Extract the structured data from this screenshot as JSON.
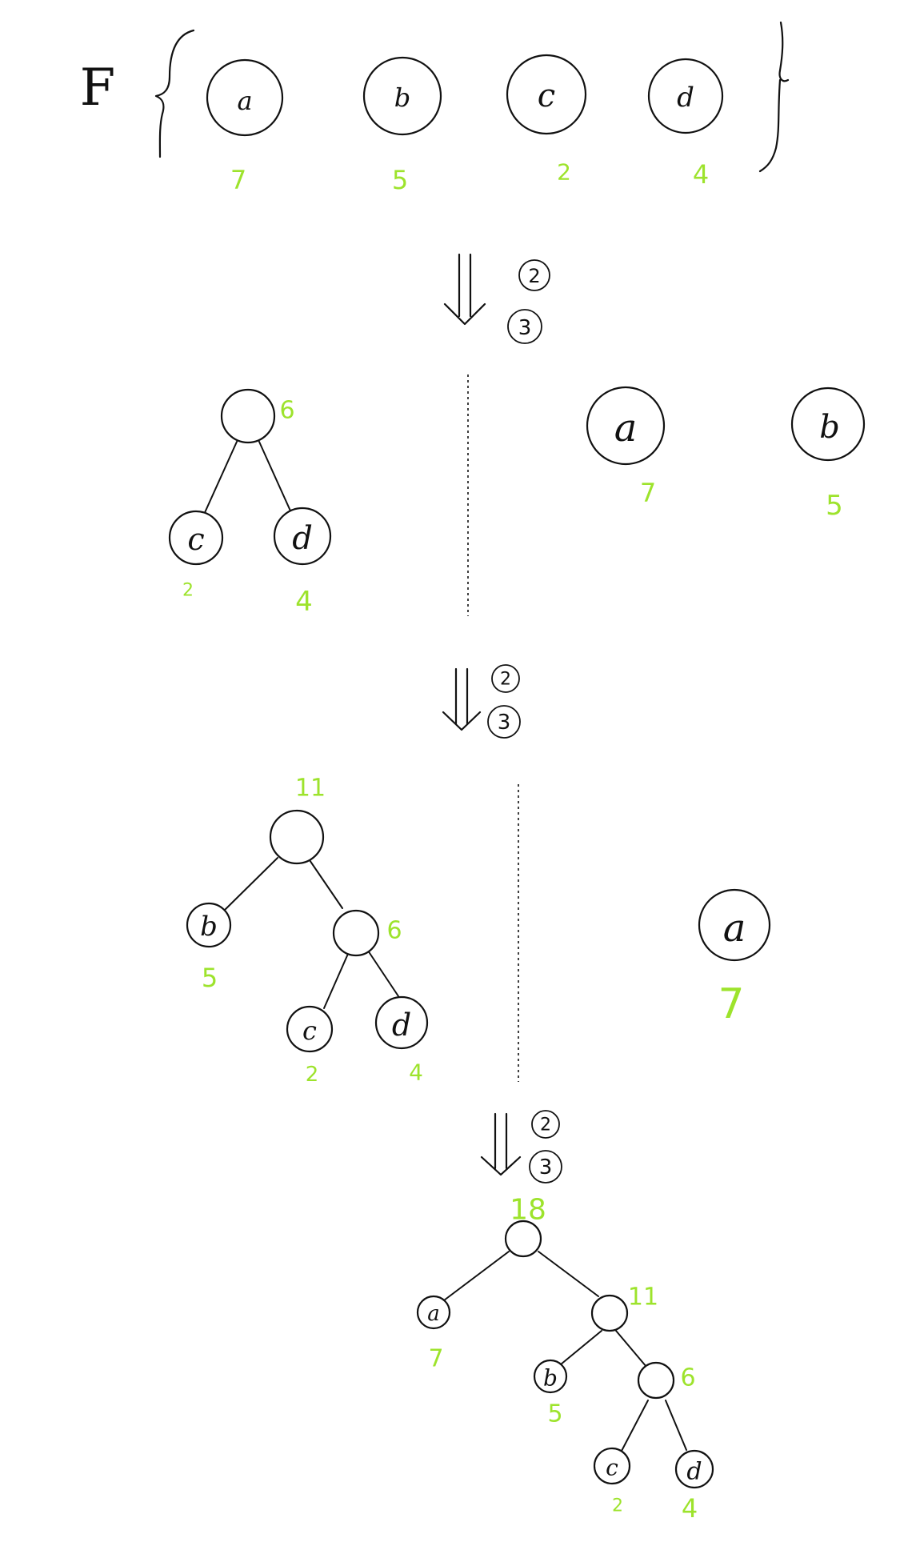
{
  "forest": {
    "name": "F",
    "nodes": [
      {
        "label": "a",
        "weight": "7"
      },
      {
        "label": "b",
        "weight": "5"
      },
      {
        "label": "c",
        "weight": "2"
      },
      {
        "label": "d",
        "weight": "4"
      }
    ]
  },
  "steps": [
    {
      "marks": [
        "2",
        "3"
      ]
    },
    {
      "marks": [
        "2",
        "3"
      ]
    },
    {
      "marks": [
        "2",
        "3"
      ]
    }
  ],
  "stage1": {
    "tree": {
      "root": {
        "weight": "6"
      },
      "leaves": [
        {
          "label": "c",
          "weight": "2"
        },
        {
          "label": "d",
          "weight": "4"
        }
      ]
    },
    "remaining": [
      {
        "label": "a",
        "weight": "7"
      },
      {
        "label": "b",
        "weight": "5"
      }
    ]
  },
  "stage2": {
    "tree": {
      "root": {
        "weight": "11"
      },
      "inner": {
        "weight": "6"
      },
      "leaves": [
        {
          "label": "b",
          "weight": "5"
        },
        {
          "label": "c",
          "weight": "2"
        },
        {
          "label": "d",
          "weight": "4"
        }
      ]
    },
    "remaining": [
      {
        "label": "a",
        "weight": "7"
      }
    ]
  },
  "stage3": {
    "tree": {
      "root": {
        "weight": "18"
      },
      "inner1": {
        "weight": "11"
      },
      "inner2": {
        "weight": "6"
      },
      "leaves": [
        {
          "label": "a",
          "weight": "7"
        },
        {
          "label": "b",
          "weight": "5"
        },
        {
          "label": "c",
          "weight": "2"
        },
        {
          "label": "d",
          "weight": "4"
        }
      ]
    }
  }
}
